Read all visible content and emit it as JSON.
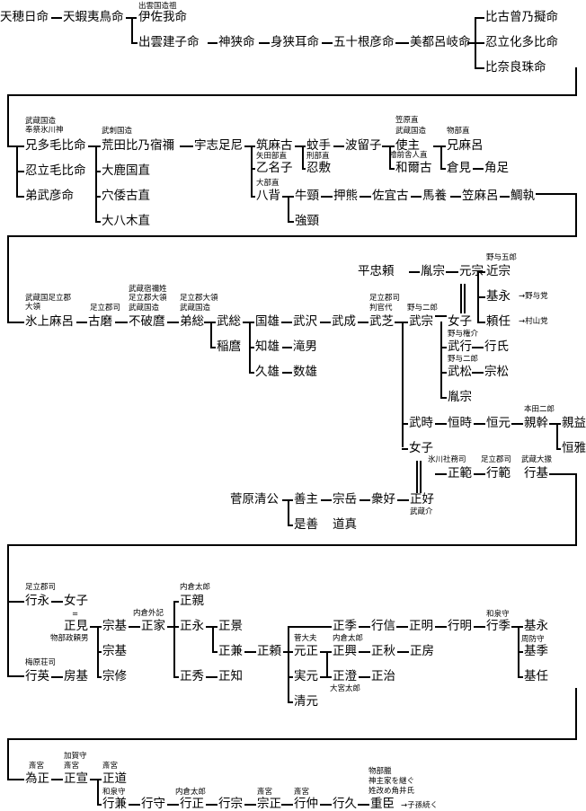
{
  "nodes": {
    "tenhohi": "天穂日命",
    "amenohinatori": "天蝦夷鳥命",
    "isakawake": "伊佐我命",
    "izumotakeko": "出雲建子命",
    "kamisa": "神狭命",
    "misa": "身狭耳命",
    "isotone": "五十根彦命",
    "mitsuro": "美都呂岐命",
    "hikosome": "比古曾乃擬命",
    "oshitake": "忍立化多比命",
    "hinarachi": "比奈良珠命",
    "etamohi": "兄多毛比命",
    "oshitamohi": "忍立毛比命",
    "otottake": "弟武彦命",
    "arata": "荒田比乃宿禰",
    "okaku": "大鹿国直",
    "anawa": "穴倭古直",
    "ohyaki": "大八木直",
    "ujishi": "宇志足尼",
    "tsukumako": "筑麻古",
    "otonako": "乙名子",
    "yase": "八背",
    "kate": "蚊手",
    "oshiki": "忍敷",
    "namiko": "波留子",
    "shikai": "使主",
    "wanijiko": "和爾古",
    "emaro": "兄麻呂",
    "kurami": "倉見",
    "tsunotari": "角足",
    "ushikubi": "牛頸",
    "gokubi": "強頸",
    "oshikuma": "押熊",
    "sagiko": "佐宜古",
    "umakai": "馬養",
    "kasamaro": "笠麻呂",
    "taito": "鯛執",
    "hikamimaro": "氷上麻呂",
    "komaro": "古磨",
    "fuhamaro": "不破麿",
    "otoso": "弟総",
    "takefusa": "武総",
    "inamaro": "稲麿",
    "kunio": "国雄",
    "takesawa": "武沢",
    "takenari": "武成",
    "takeshiba": "武芝",
    "tomio": "知雄",
    "takio": "滝男",
    "hisao": "久雄",
    "kazuo": "数雄",
    "heichu": "平忠頼",
    "taneo": "胤宗",
    "motomune": "元宗",
    "takemune": "武宗",
    "joshi1": "女子",
    "chikamune": "近宗",
    "motonaga": "基永",
    "yoritou": "頼任",
    "takeyuki": "武行",
    "yukiuji": "行氏",
    "takematsu": "武松",
    "munematsu": "宗松",
    "tanemune2": "胤宗",
    "taketoki": "武時",
    "tsunetoki": "恒時",
    "tsunemoto": "恒元",
    "chikamoto": "親幹",
    "chikamasu": "親益",
    "tsunemasa": "恒雅",
    "joshi2": "女子",
    "masanori": "正範",
    "yukinori": "行範",
    "yukimoto": "行基",
    "sugawara": "菅原清公",
    "yoshinushi": "善主",
    "munetake": "宗岳",
    "shuyoshi": "衆好",
    "masayoshi": "正好",
    "koreyoshi": "是善",
    "michizane": "道真",
    "yukinaga": "行永",
    "joshi3": "女子",
    "masami": "正見",
    "munemoto": "宗基",
    "masaie": "正家",
    "masachika": "正親",
    "masanaga": "正永",
    "masakage": "正景",
    "masakane": "正兼",
    "masayori": "正頼",
    "masahide": "正秀",
    "masatomo": "正知",
    "munemoto2": "宗基",
    "yukihide": "行英",
    "fusamoto": "房基",
    "muneosa": "宗修",
    "masasue": "正季",
    "yukinobu": "行信",
    "masaaki": "正明",
    "yukiaki": "行明",
    "yukisue": "行季",
    "motonaga2": "基永",
    "motosue": "基季",
    "mototo": "基任",
    "motomasa": "元正",
    "masaoki": "正興",
    "masaaki2": "正秋",
    "masafusa": "正房",
    "sanemoto": "実元",
    "masazumi": "正澄",
    "masaharu": "正治",
    "kiyomoto": "清元",
    "tamemasa": "為正",
    "masanobu": "正宣",
    "masamichi": "正道",
    "yukikane": "行兼",
    "yukimori": "行守",
    "yukimasa": "行正",
    "yukimune": "行宗",
    "munemasa": "宗正",
    "yukinaka": "行仲",
    "yukihisa": "行久",
    "shigeomi": "重臣"
  },
  "notes": {
    "izumo_kuni_zoso": "出雲国造祖",
    "musashi_kokuzo": "武蔵国造",
    "hikawa": "奉祭氷川神",
    "musa_kokuzo2": "武刺国造",
    "kasahara": "笠原直",
    "musashi_kokuzo3": "武蔵国造",
    "monobe": "物部直",
    "yata": "矢田部直",
    "keibu": "刑部直",
    "obe": "大部直",
    "hinokuma": "檜前舎人直",
    "adachi_tairyo": "武蔵国足立郡",
    "tairyo": "大領",
    "adachi_shi": "足立郡司",
    "musashi_sukune": "武蔵宿禰姓",
    "adachi_tairyo2": "足立郡大領",
    "musashi_kokuzo4": "武蔵国造",
    "adachi_tairyo3": "足立郡大領",
    "musashi_kokuzo5": "武蔵国造",
    "adachi_shi2": "足立郡司",
    "hankan": "判官代",
    "noyo_jiro": "野与二郎",
    "noyo_goro": "野与五郎",
    "noyo_to": "→野与党",
    "murayama_to": "→村山党",
    "noyo_gon": "野与権介",
    "noyo_jiro2": "野与二郎",
    "honda_jiro": "本田二郎",
    "hikawa_shamu": "氷川社務司",
    "adachi_shi3": "足立郡司",
    "musashi_taijo": "武蔵大掾",
    "musashi_suke": "武蔵介",
    "adachi_shi4": "足立郡司",
    "dbl": "=",
    "monobe_yoshio": "物部政頼男",
    "uchikura_geki": "内倉外記",
    "uchikura_taro": "内倉太郎",
    "umehara": "梅原荘司",
    "sugatayu": "菅大夫",
    "uchikura_taro2": "内倉太郎",
    "omiya_taro": "大宮太郎",
    "izumi_kami": "和泉守",
    "suo_kami": "周防守",
    "saigu1": "斎宮",
    "kaga_kami": "加賀守",
    "saigu2": "斎宮",
    "saigu3": "斎宮",
    "izumi_kami2": "和泉守",
    "uchikura_taro3": "内倉太郎",
    "saigu4": "斎宮",
    "saigu5": "斎宮",
    "monobe_seki": "物部臘",
    "kannushi": "神主家を継ぐ",
    "sei_kaime": "姓改め角井氏",
    "shison": "→子孫続く"
  }
}
